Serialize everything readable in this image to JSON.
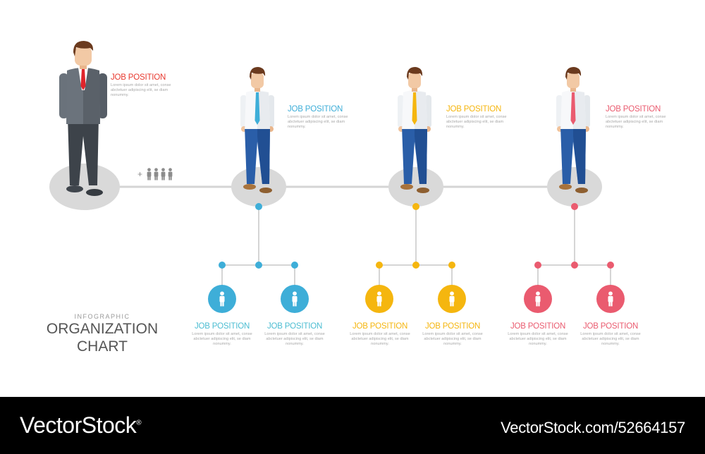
{
  "colors": {
    "manager": "#e8392f",
    "blue": "#3eaed8",
    "yellow": "#f5b60f",
    "pink": "#ea5b6f",
    "line": "#d5d5d5",
    "platform": "#d9d9d9"
  },
  "title": {
    "subtitle": "INFOGRAPHIC",
    "line1": "ORGANIZATION",
    "line2": "CHART"
  },
  "team_icon": "add-people-icon",
  "team_plus": "+",
  "manager": {
    "label": "JOB POSITION",
    "text": "Lorem ipsum dolor sit amet, conse abctetuer adipiscing elit, se diam nonummy."
  },
  "leads": [
    {
      "label": "JOB POSITION",
      "text": "Lorem ipsum dolor sit amet, conse abctetuer adipiscing elit, se diam nonummy.",
      "color": "blue"
    },
    {
      "label": "JOB POSITION",
      "text": "Lorem ipsum dolor sit amet, conse abctetuer adipiscing elit, se diam nonummy.",
      "color": "yellow"
    },
    {
      "label": "JOB POSITION",
      "text": "Lorem ipsum dolor sit amet, conse abctetuer adipiscing elit, se diam nonummy.",
      "color": "pink"
    }
  ],
  "members": [
    {
      "label": "JOB POSITION",
      "text": "Lorem ipsum dolor sit amet, conse abctetuer adipiscing elit, se diam nonummy."
    },
    {
      "label": "JOB POSITION",
      "text": "Lorem ipsum dolor sit amet, conse abctetuer adipiscing elit, se diam nonummy."
    },
    {
      "label": "JOB POSITION",
      "text": "Lorem ipsum dolor sit amet, conse abctetuer adipiscing elit, se diam nonummy."
    },
    {
      "label": "JOB POSITION",
      "text": "Lorem ipsum dolor sit amet, conse abctetuer adipiscing elit, se diam nonummy."
    },
    {
      "label": "JOB POSITION",
      "text": "Lorem ipsum dolor sit amet, conse abctetuer adipiscing elit, se diam nonummy."
    },
    {
      "label": "JOB POSITION",
      "text": "Lorem ipsum dolor sit amet, conse abctetuer adipiscing elit, se diam nonummy."
    }
  ],
  "footer": {
    "brand": "VectorStock",
    "brand_mark": "®",
    "url": "VectorStock.com/52664157"
  }
}
